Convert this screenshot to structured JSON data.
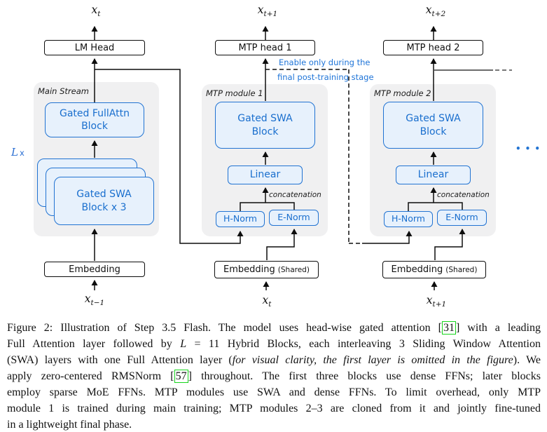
{
  "figure": {
    "colors": {
      "accent_blue": "#2173d2",
      "box_fill": "#e7f1fc",
      "panel_fill": "#f0f0f1",
      "note_blue": "#1e74d8",
      "cite_green": "#16d51c"
    },
    "main": {
      "panel_label": "Main Stream",
      "repeat": {
        "l": "L",
        "x": "x"
      },
      "top_var": {
        "base": "x",
        "sub": "t"
      },
      "bottom_var": {
        "base": "x",
        "sub": "t−1"
      },
      "head_label": "LM Head",
      "fullattn_line1": "Gated FullAttn",
      "fullattn_line2": "Block",
      "swa_line1": "Gated SWA",
      "swa_line2": "Block x 3",
      "embedding_label": "Embedding"
    },
    "mtp1": {
      "panel_label": "MTP module 1",
      "top_var": {
        "base": "x",
        "sub": "t+1"
      },
      "bottom_var": {
        "base": "x",
        "sub": "t"
      },
      "head_label": "MTP head 1",
      "swa_line1": "Gated SWA",
      "swa_line2": "Block",
      "linear_label": "Linear",
      "concat_label": "concatenation",
      "hnorm_label": "H-Norm",
      "enorm_label": "E-Norm",
      "embedding_label": "Embedding",
      "embedding_suffix": "(Shared)"
    },
    "mtp2": {
      "panel_label": "MTP module 2",
      "top_var": {
        "base": "x",
        "sub": "t+2"
      },
      "bottom_var": {
        "base": "x",
        "sub": "t+1"
      },
      "head_label": "MTP head 2",
      "swa_line1": "Gated SWA",
      "swa_line2": "Block",
      "linear_label": "Linear",
      "concat_label": "concatenation",
      "hnorm_label": "H-Norm",
      "enorm_label": "E-Norm",
      "embedding_label": "Embedding",
      "embedding_suffix": "(Shared)"
    },
    "note": {
      "line1": "Enable only during the",
      "line2": "final post-training stage"
    },
    "continuation_dots": "•••"
  },
  "caption": {
    "lines": [
      [
        {
          "t": "Figure 2: Illustration of Step 3.5 Flash. The model uses head-wise gated attention ["
        },
        {
          "t": "31",
          "s": "cite"
        },
        {
          "t": "] with a leading"
        }
      ],
      [
        {
          "t": "Full Attention layer followed by "
        },
        {
          "t": "L",
          "s": "mi"
        },
        {
          "t": " = 11 Hybrid Blocks, each interleaving 3 Sliding Window Attention"
        }
      ],
      [
        {
          "t": "(SWA) layers with one Full Attention layer ("
        },
        {
          "t": "for visual clarity, the first layer is omitted in the figure",
          "s": "it"
        },
        {
          "t": "). We"
        }
      ],
      [
        {
          "t": "apply zero-centered RMSNorm ["
        },
        {
          "t": "57",
          "s": "cite"
        },
        {
          "t": "] throughout. The first three blocks use dense FFNs; later blocks"
        }
      ],
      [
        {
          "t": "employ sparse MoE FFNs. MTP modules use SWA and dense FFNs. To limit overhead, only MTP"
        }
      ],
      [
        {
          "t": "module 1 is trained during main training; MTP modules 2–3 are cloned from it and jointly fine-tuned"
        }
      ],
      [
        {
          "t": "in a lightweight final phase."
        }
      ]
    ]
  }
}
